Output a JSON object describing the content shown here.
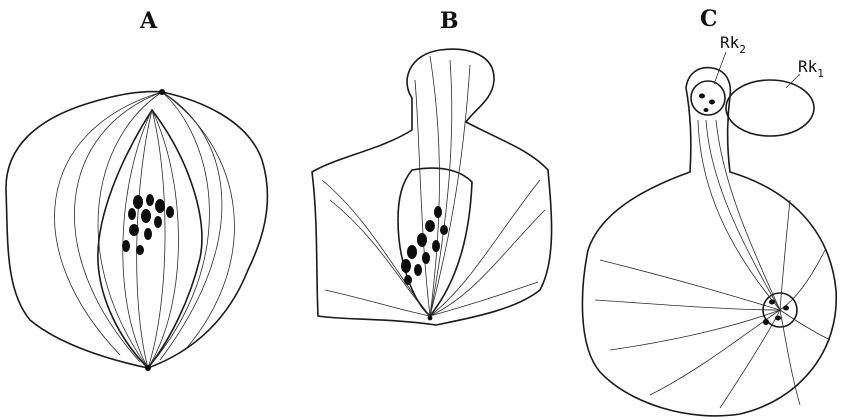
{
  "panels": [
    {
      "label": "A"
    },
    {
      "label": "B"
    },
    {
      "label": "C"
    }
  ],
  "callouts": {
    "rk2": {
      "base": "Rk",
      "sub": "2"
    },
    "rk1": {
      "base": "Rk",
      "sub": "1"
    }
  },
  "colors": {
    "ink": "#0d0d0d",
    "paper": "#ffffff"
  }
}
